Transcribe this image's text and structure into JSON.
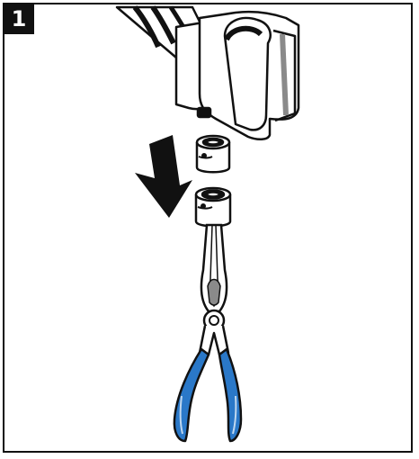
{
  "step": {
    "number": "1"
  },
  "colors": {
    "outline": "#111111",
    "plier_handle": "#2a78c8",
    "shade": "#8a8a8a",
    "arrow": "#111111"
  },
  "icons": {
    "faucet": "faucet-spout",
    "aerator_top": "aerator-cartridge",
    "aerator_bottom": "aerator-cartridge",
    "arrow": "down-arrow",
    "pliers": "needle-nose-pliers"
  }
}
